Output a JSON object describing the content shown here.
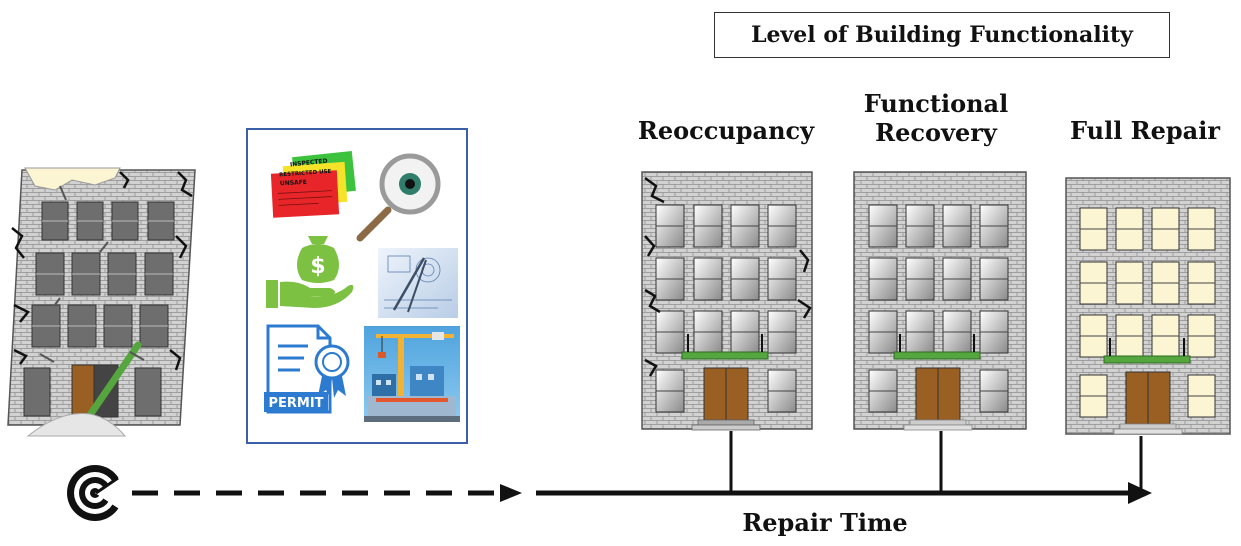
{
  "title": "Level of Building Functionality",
  "stages": [
    {
      "id": "reoccupancy",
      "label": "Reoccupancy"
    },
    {
      "id": "functional-recovery",
      "label_line1": "Functional",
      "label_line2": "Recovery"
    },
    {
      "id": "full-repair",
      "label": "Full Repair"
    }
  ],
  "axis_label": "Repair Time",
  "tags": {
    "inspected": "INSPECTED",
    "restricted": "RESTRICTED USE",
    "unsafe": "UNSAFE"
  },
  "permit_label": "PERMIT",
  "money_symbol": "$",
  "icons": [
    "hazard-target-icon",
    "inspection-tags-icon",
    "magnifier-icon",
    "money-hand-icon",
    "blueprint-icon",
    "permit-certificate-icon",
    "construction-crane-icon"
  ],
  "colors": {
    "brick": "#cfcfcf",
    "window_damaged": "#6e6e6e",
    "window_repaired": "#fbf5d3",
    "door": "#9a5f22",
    "balcony": "#56a63f",
    "panel_border": "#3b5fa8",
    "tag_green": "#3cc23c",
    "tag_yellow": "#f5e32a",
    "tag_red": "#e8262a"
  }
}
